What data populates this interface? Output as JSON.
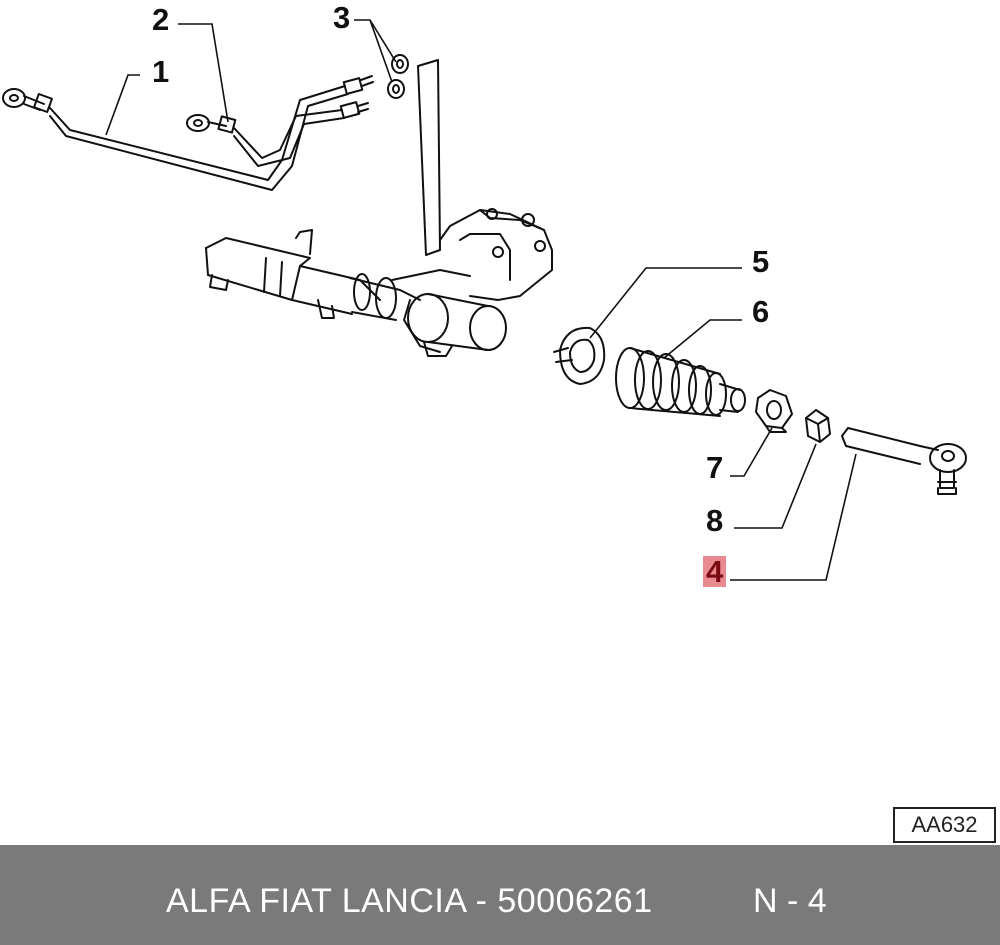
{
  "diagram": {
    "callouts": [
      {
        "id": "c1",
        "label": "1"
      },
      {
        "id": "c2",
        "label": "2"
      },
      {
        "id": "c3",
        "label": "3"
      },
      {
        "id": "c5",
        "label": "5"
      },
      {
        "id": "c6",
        "label": "6"
      },
      {
        "id": "c7",
        "label": "7"
      },
      {
        "id": "c8",
        "label": "8"
      },
      {
        "id": "c4",
        "label": "4",
        "highlighted": true
      }
    ],
    "reference_code": "AA632",
    "highlight_color": "#e88a8f"
  },
  "footer": {
    "title": "ALFA FIAT LANCIA - 50006261",
    "code": "N - 4",
    "background": "#7a7a7a"
  }
}
